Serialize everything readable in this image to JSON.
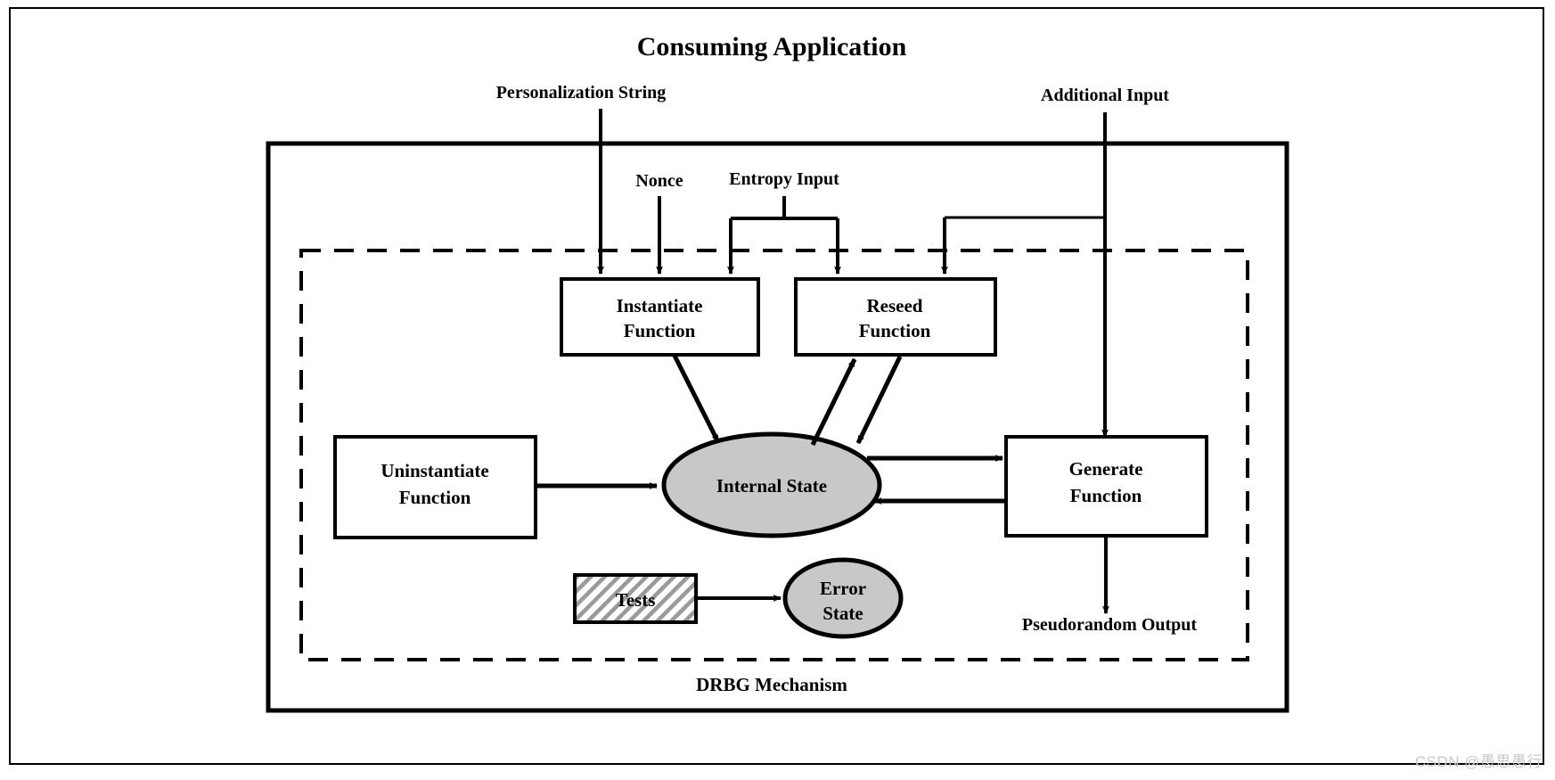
{
  "diagram": {
    "title": "Consuming Application",
    "inner_boundary_label": "DRBG Mechanism",
    "colors": {
      "stroke": "#000000",
      "state_fill": "#c8c8c8",
      "canvas": "#ffffff",
      "hatch": "#9a9a9a",
      "watermark": "#c9c9c9"
    },
    "inputs": [
      {
        "id": "personalization-string",
        "label": "Personalization String"
      },
      {
        "id": "nonce",
        "label": "Nonce"
      },
      {
        "id": "entropy-input",
        "label": "Entropy Input"
      },
      {
        "id": "additional-input",
        "label": "Additional Input"
      }
    ],
    "outputs": [
      {
        "id": "pseudorandom-output",
        "label": "Pseudorandom Output"
      }
    ],
    "nodes": [
      {
        "id": "instantiate-function",
        "label_line1": "Instantiate",
        "label_line2": "Function",
        "shape": "rect"
      },
      {
        "id": "reseed-function",
        "label_line1": "Reseed",
        "label_line2": "Function",
        "shape": "rect"
      },
      {
        "id": "uninstantiate-function",
        "label_line1": "Uninstantiate",
        "label_line2": "Function",
        "shape": "rect"
      },
      {
        "id": "generate-function",
        "label_line1": "Generate",
        "label_line2": "Function",
        "shape": "rect"
      },
      {
        "id": "internal-state",
        "label_line1": "Internal State",
        "label_line2": "",
        "shape": "ellipse"
      },
      {
        "id": "error-state",
        "label_line1": "Error",
        "label_line2": "State",
        "shape": "ellipse"
      },
      {
        "id": "tests",
        "label_line1": "Tests",
        "label_line2": "",
        "shape": "rect-hatched"
      }
    ],
    "edges": [
      {
        "from": "personalization-string",
        "to": "instantiate-function"
      },
      {
        "from": "nonce",
        "to": "instantiate-function"
      },
      {
        "from": "entropy-input",
        "to": "instantiate-function"
      },
      {
        "from": "entropy-input",
        "to": "reseed-function"
      },
      {
        "from": "additional-input",
        "to": "reseed-function"
      },
      {
        "from": "additional-input",
        "to": "generate-function"
      },
      {
        "from": "instantiate-function",
        "to": "internal-state"
      },
      {
        "from": "internal-state",
        "to": "reseed-function"
      },
      {
        "from": "reseed-function",
        "to": "internal-state"
      },
      {
        "from": "uninstantiate-function",
        "to": "internal-state"
      },
      {
        "from": "internal-state",
        "to": "generate-function"
      },
      {
        "from": "generate-function",
        "to": "internal-state"
      },
      {
        "from": "generate-function",
        "to": "pseudorandom-output"
      },
      {
        "from": "tests",
        "to": "error-state"
      }
    ]
  },
  "watermark": {
    "text": "CSDN @愚思愚行"
  }
}
